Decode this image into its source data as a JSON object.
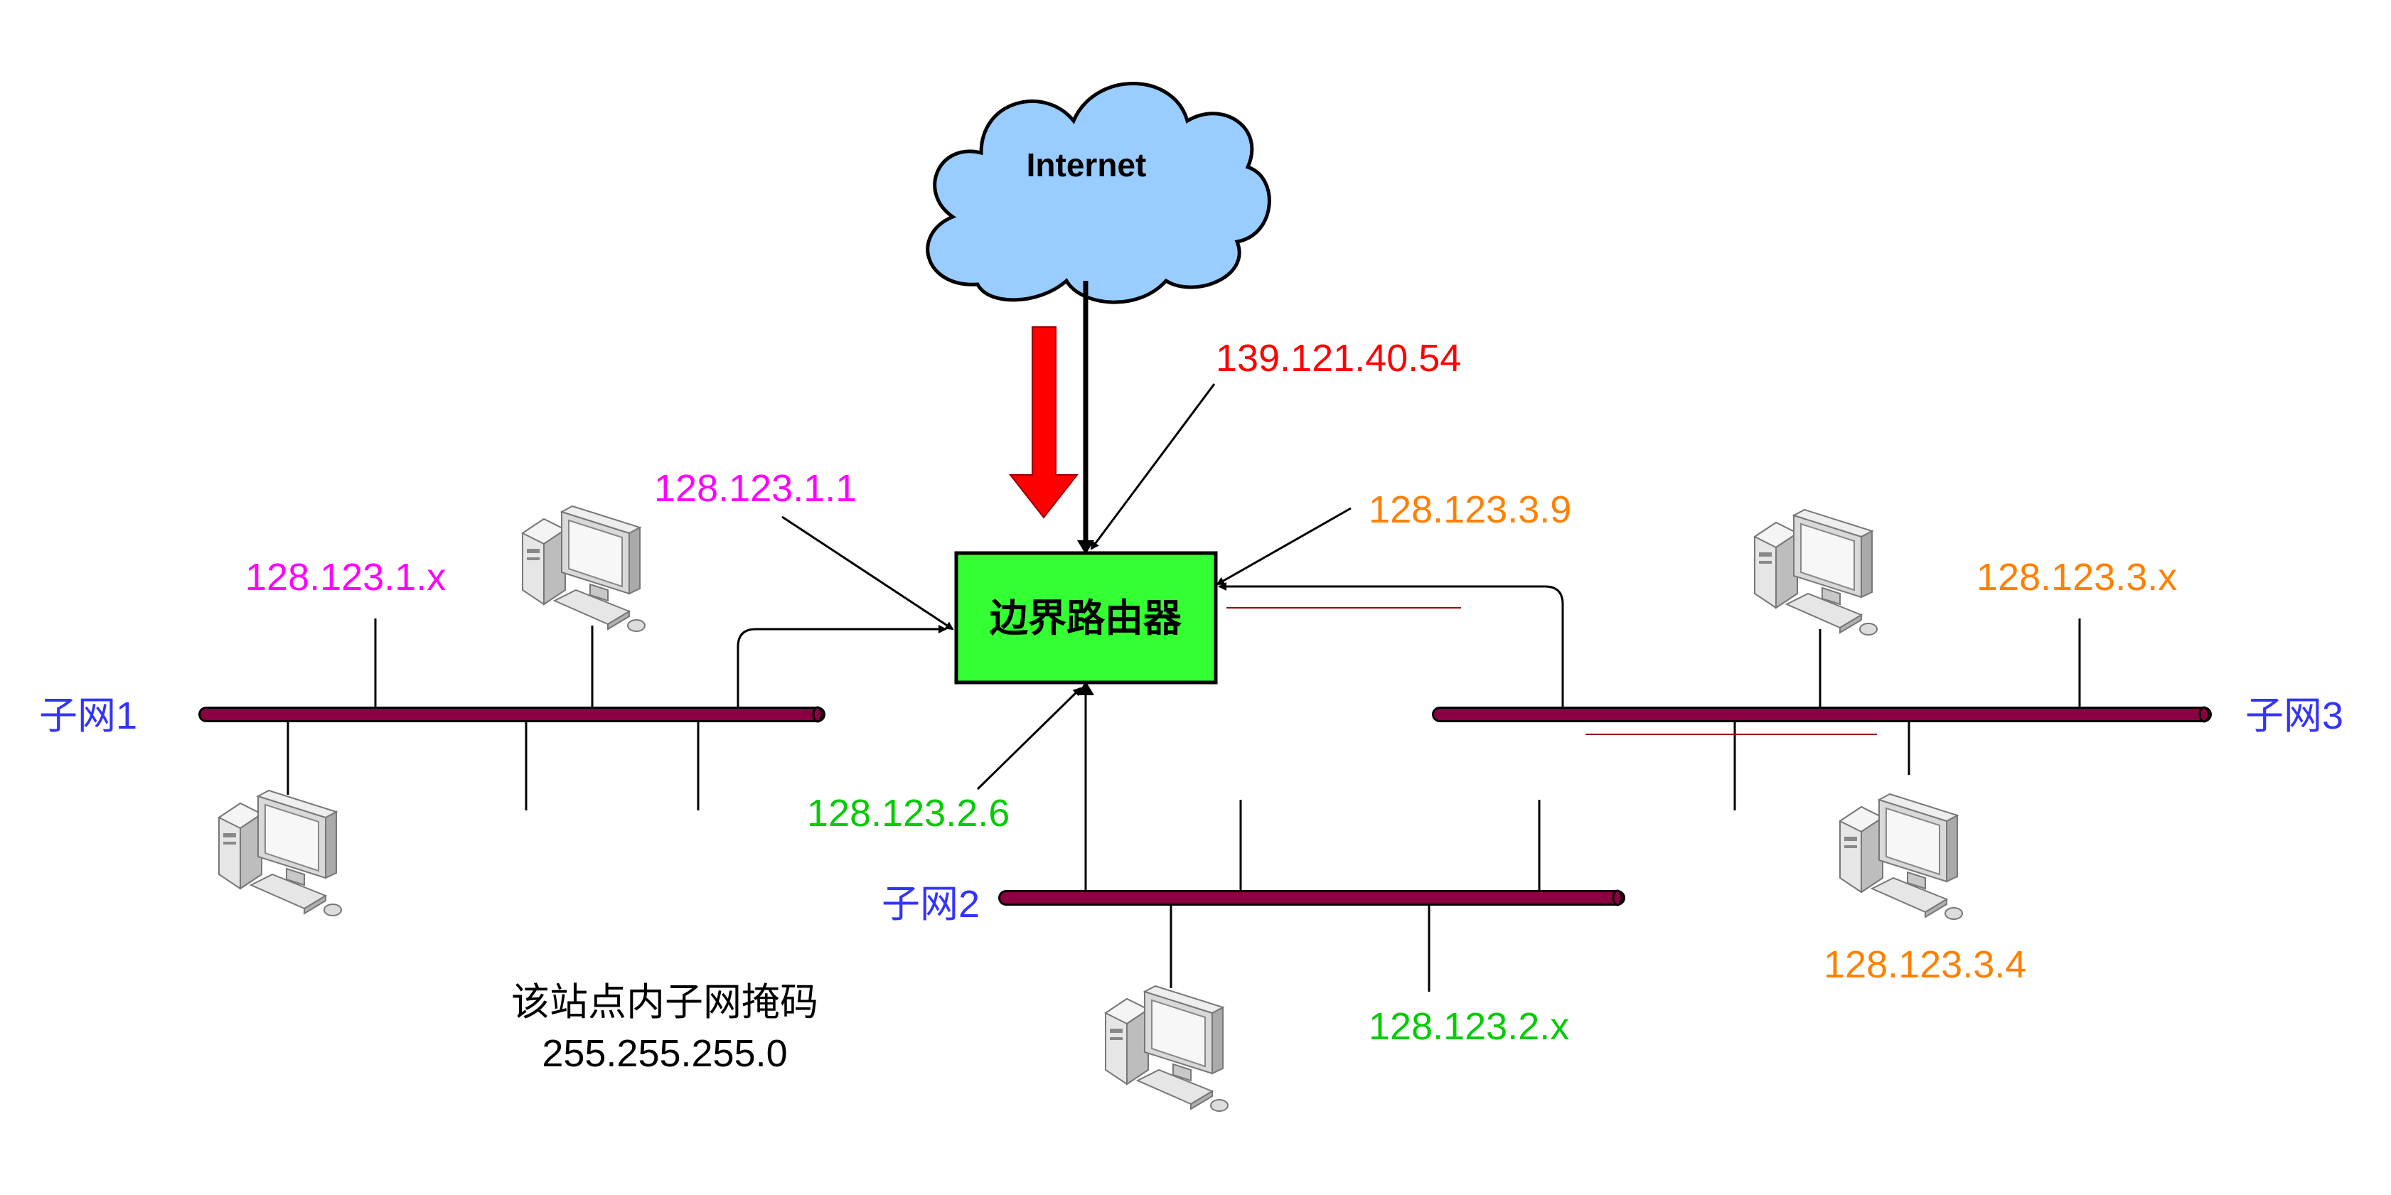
{
  "cloud": {
    "label": "Internet"
  },
  "router": {
    "label": "边界路由器"
  },
  "addresses": {
    "wan": "139.121.40.54",
    "subnet1_gateway": "128.123.1.1",
    "subnet1_hosts": "128.123.1.x",
    "subnet2_gateway": "128.123.2.6",
    "subnet2_hosts": "128.123.2.x",
    "subnet3_gateway": "128.123.3.9",
    "subnet3_hosts": "128.123.3.x",
    "target_host": "128.123.3.4"
  },
  "subnets": {
    "s1": "子网1",
    "s2": "子网2",
    "s3": "子网3"
  },
  "note": {
    "line1": "该站点内子网掩码",
    "line2": "255.255.255.0"
  },
  "colors": {
    "magenta": "#ff00ff",
    "green": "#00cc00",
    "orange": "#ff8000",
    "red": "#ff0000",
    "blue": "#3333ff",
    "router_fill": "#33ff33",
    "bus": "#8b0040",
    "cloud": "#99ccff"
  }
}
